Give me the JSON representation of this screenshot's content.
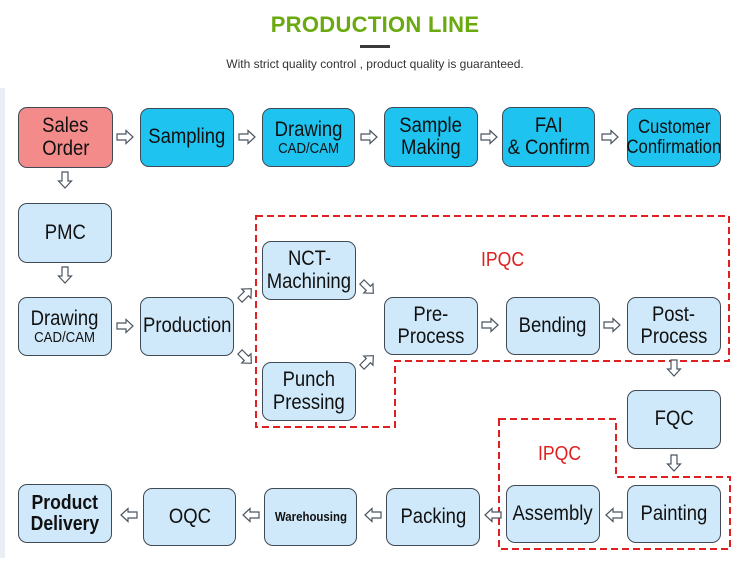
{
  "header": {
    "title": "PRODUCTION LINE",
    "subtitle": "With strict quality control , product quality is guaranteed."
  },
  "colors": {
    "title": "#6aa90f",
    "start_box": "#f48b8b",
    "sales_flow_box": "#1ec3ef",
    "process_box": "#cfe9fa",
    "ipqc_border": "#e02020"
  },
  "flow": {
    "sales_order": {
      "line1": "Sales",
      "line2": "Order"
    },
    "sampling": {
      "line1": "Sampling"
    },
    "drawing_top": {
      "line1": "Drawing",
      "line2": "CAD/CAM"
    },
    "sample_making": {
      "line1": "Sample",
      "line2": "Making"
    },
    "fai_confirm": {
      "line1": "FAI",
      "line2": "& Confirm"
    },
    "customer_confirmation": {
      "line1": "Customer",
      "line2": "Confirmation"
    },
    "pmc": {
      "line1": "PMC"
    },
    "drawing": {
      "line1": "Drawing",
      "line2": "CAD/CAM"
    },
    "production": {
      "line1": "Production"
    },
    "nct_machining": {
      "line1": "NCT-",
      "line2": "Machining"
    },
    "punch_pressing": {
      "line1": "Punch",
      "line2": "Pressing"
    },
    "pre_process": {
      "line1": "Pre-",
      "line2": "Process"
    },
    "bending": {
      "line1": "Bending"
    },
    "post_process": {
      "line1": "Post-",
      "line2": "Process"
    },
    "fqc": {
      "line1": "FQC"
    },
    "painting": {
      "line1": "Painting"
    },
    "assembly": {
      "line1": "Assembly"
    },
    "packing": {
      "line1": "Packing"
    },
    "warehousing": {
      "line1": "Warehousing"
    },
    "oqc": {
      "line1": "OQC"
    },
    "product_delivery": {
      "line1": "Product",
      "line2": "Delivery"
    }
  },
  "quality_zones": {
    "ipqc_upper": "IPQC",
    "ipqc_lower": "IPQC"
  }
}
